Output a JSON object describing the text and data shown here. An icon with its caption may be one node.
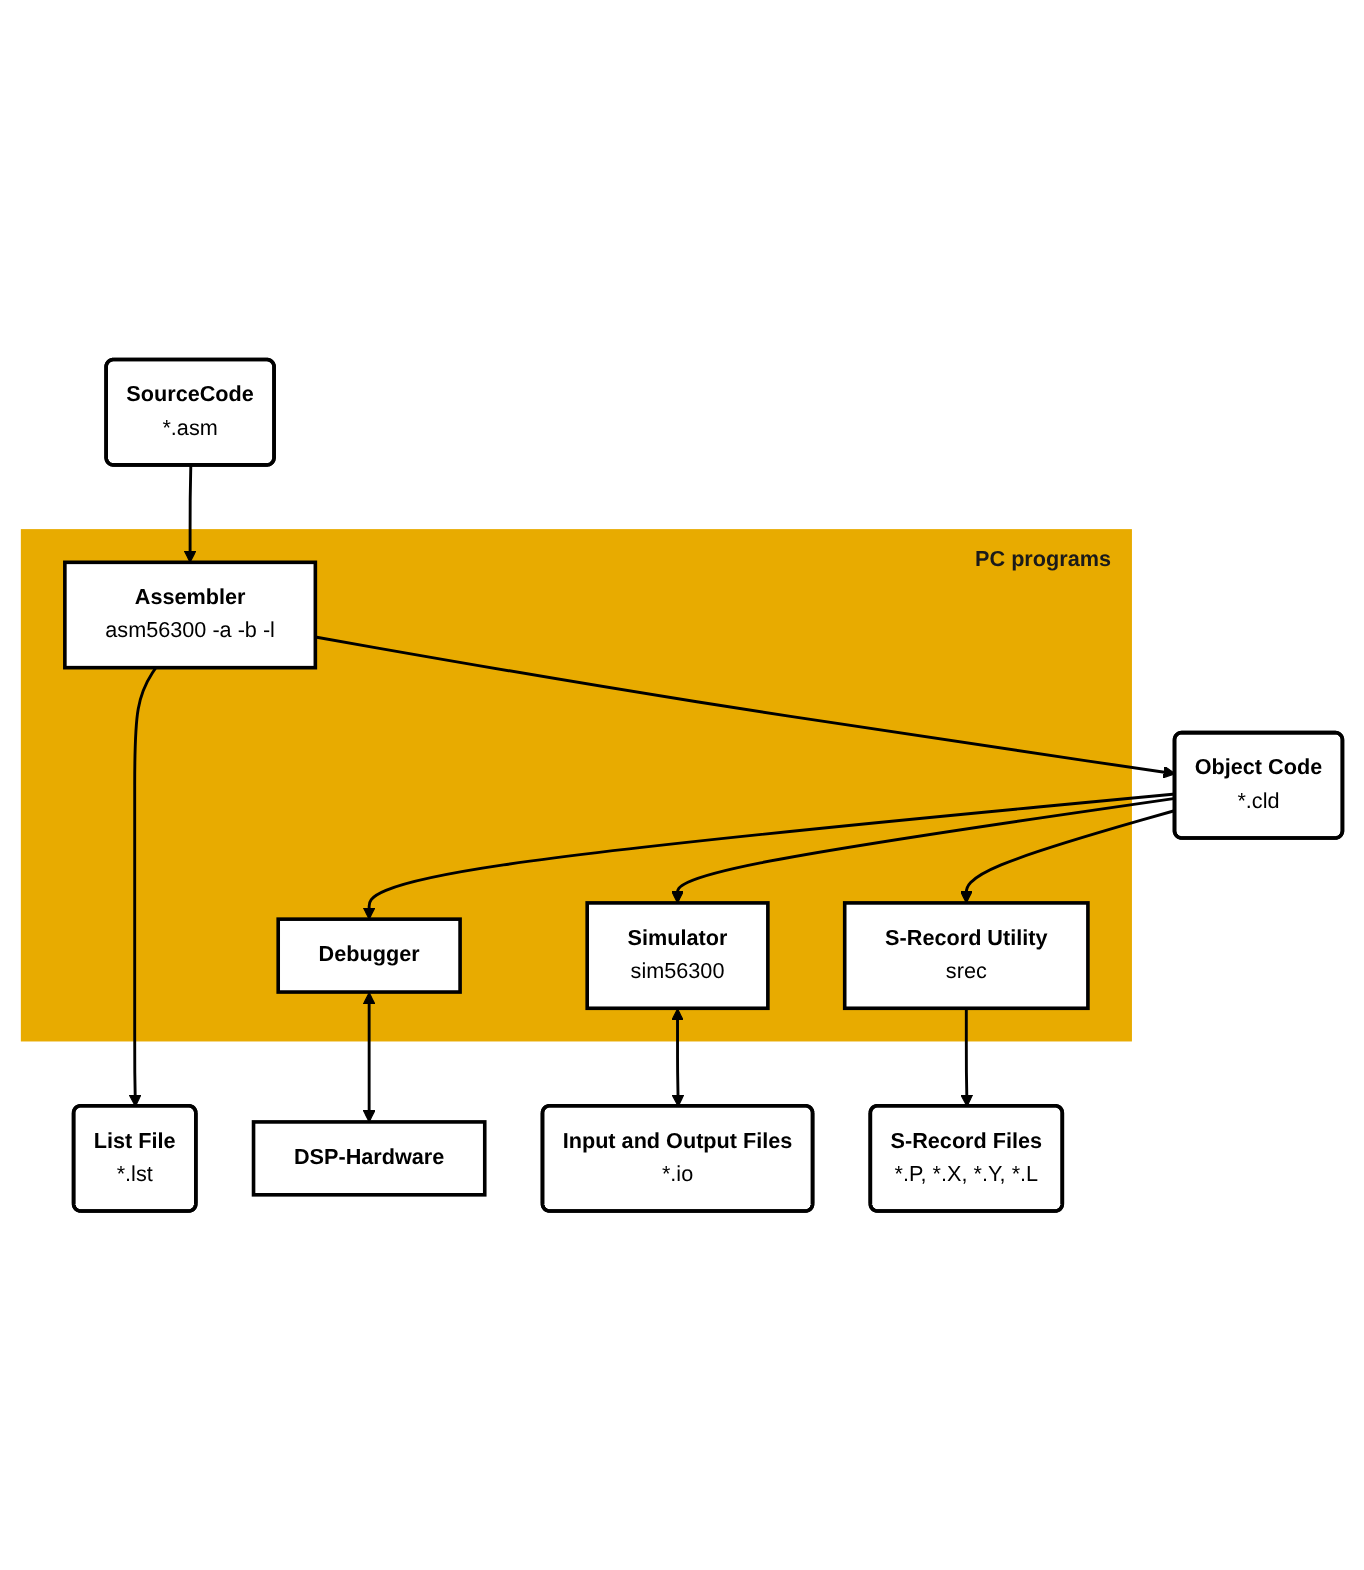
{
  "diagram": {
    "nodes": [
      {
        "text": [
          "SourceCode",
          "*.asm"
        ]
      },
      {
        "text": [
          "PC programs"
        ]
      },
      {
        "text": [
          "Assembler",
          "asm56300 -a -b -l"
        ],
        "in": 1
      },
      {
        "text": [
          "List File",
          "*.lst"
        ]
      },
      {
        "text": [
          "Object Code",
          "*.cld"
        ]
      },
      {
        "text": [
          "Debugger"
        ],
        "in": 1
      },
      {
        "text": [
          "Simulator",
          "sim56300"
        ],
        "in": 1
      },
      {
        "text": [
          "S-Record Utility",
          "srec"
        ],
        "in": 1
      },
      {
        "text": [
          "DSP-Hardware"
        ]
      },
      {
        "text": [
          "Input and Output Files",
          "*.io"
        ]
      },
      {
        "text": [
          "S-Record Files",
          "*.P, *.X, *.Y, *.L"
        ]
      }
    ],
    "edges": [
      {
        "from": 0,
        "to": 2,
        "arrow": "to"
      },
      {
        "from": 2,
        "to": 3,
        "arrow": "to"
      },
      {
        "from": 2,
        "to": 4,
        "arrow": "to"
      },
      {
        "from": 4,
        "to": 5,
        "arrow": "to"
      },
      {
        "from": 4,
        "to": 6,
        "arrow": "to"
      },
      {
        "from": 4,
        "to": 7,
        "arrow": "to"
      },
      {
        "from": 5,
        "to": 8,
        "arrow": "both"
      },
      {
        "from": 6,
        "to": 9,
        "arrow": "both"
      },
      {
        "from": 7,
        "to": 10,
        "arrow": "to"
      }
    ]
  }
}
